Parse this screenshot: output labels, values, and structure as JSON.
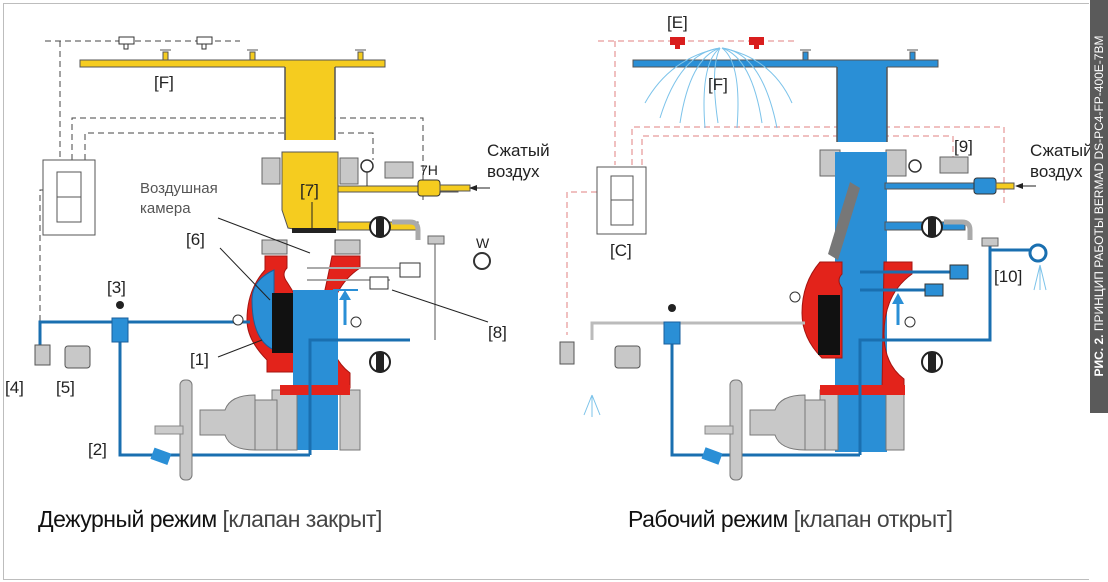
{
  "sidebar": {
    "label_bold": "РИС. 2.",
    "label_rest": " ПРИНЦИП РАБОТЫ BERMAD DS-PC4-FP-400E-7BM"
  },
  "left_diagram": {
    "mode": "Дежурный режим",
    "mode_detail": "[клапан закрыт]",
    "fluid_color_upper": "#f5cc1f",
    "fluid_color_lower": "#2a8fd6",
    "labels": {
      "F": "[F]",
      "air_chamber_line1": "Воздушная",
      "air_chamber_line2": "камера",
      "seven": "[7]",
      "sevenH": "7H",
      "six": "[6]",
      "three": "[3]",
      "one": "[1]",
      "eight": "[8]",
      "two": "[2]",
      "four": "[4]",
      "five": "[5]",
      "W": "W",
      "compressed_air_line1": "Сжатый",
      "compressed_air_line2": "воздух"
    }
  },
  "right_diagram": {
    "mode": "Рабочий режим",
    "mode_detail": "[клапан открыт]",
    "fluid_color": "#2a8fd6",
    "labels": {
      "E": "[E]",
      "F": "[F]",
      "C": "[C]",
      "nine": "[9]",
      "ten": "[10]",
      "compressed_air_line1": "Сжатый",
      "compressed_air_line2": "воздух"
    }
  },
  "colors": {
    "body_red": "#e3231b",
    "metal_grey": "#c8c8c8",
    "dark_outline": "#333333",
    "signal_red_dashed": "#e08080",
    "spray_blue": "#7cc3ea"
  }
}
